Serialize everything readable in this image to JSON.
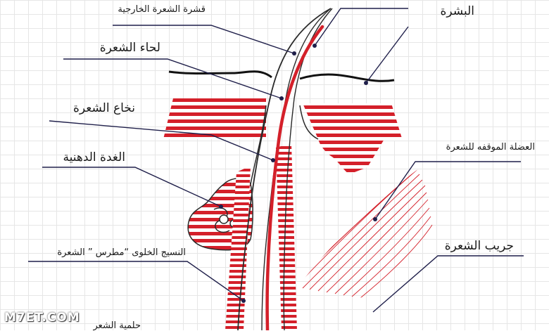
{
  "colors": {
    "accent": "#d4202a",
    "line": "#1f1f4a",
    "outline": "#2a2a2a",
    "grid": "#e6e6e6"
  },
  "labels": {
    "epidermis": "البشرة",
    "outer_cuticle": "قشرة الشعرة الخارجية",
    "hair_bark": "لحاء الشعرة",
    "hair_medulla": "نخاع الشعرة",
    "sebaceous_gland": "الغدة الدهنية",
    "arrector_muscle": "العضلة الموقفه للشعرة",
    "cellular_tissue": "النسيج الخلوى “مطرس ” الشعرة",
    "hair_follicle": "جريب الشعرة",
    "hair_papilla": "حلمية الشعر"
  },
  "watermark": "M7ET.COM"
}
